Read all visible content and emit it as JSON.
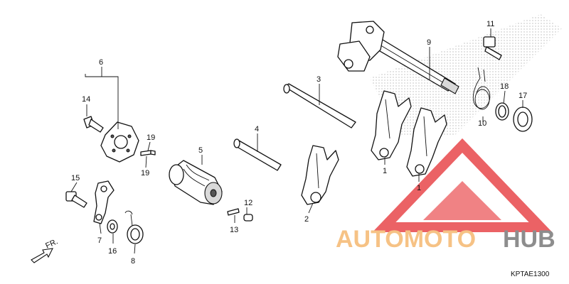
{
  "diagram": {
    "part_labels": {
      "p1a": "1",
      "p1b": "1",
      "p2": "2",
      "p3": "3",
      "p4": "4",
      "p5": "5",
      "p6": "6",
      "p7": "7",
      "p8": "8",
      "p9": "9",
      "p10": "10",
      "p11": "11",
      "p12": "12",
      "p13": "13",
      "p14": "14",
      "p15": "15",
      "p16": "16",
      "p17": "17",
      "p18": "18",
      "p19a": "19",
      "p19b": "19"
    },
    "front_indicator": "FR.",
    "diagram_code": "KPTAE1300"
  },
  "watermark": {
    "brand_part1": "AUTOMOTO",
    "brand_part2": "HUB",
    "colors": {
      "triangle": "#e8474b",
      "auto": "#f5b870",
      "hub": "#7a7a7a"
    }
  }
}
